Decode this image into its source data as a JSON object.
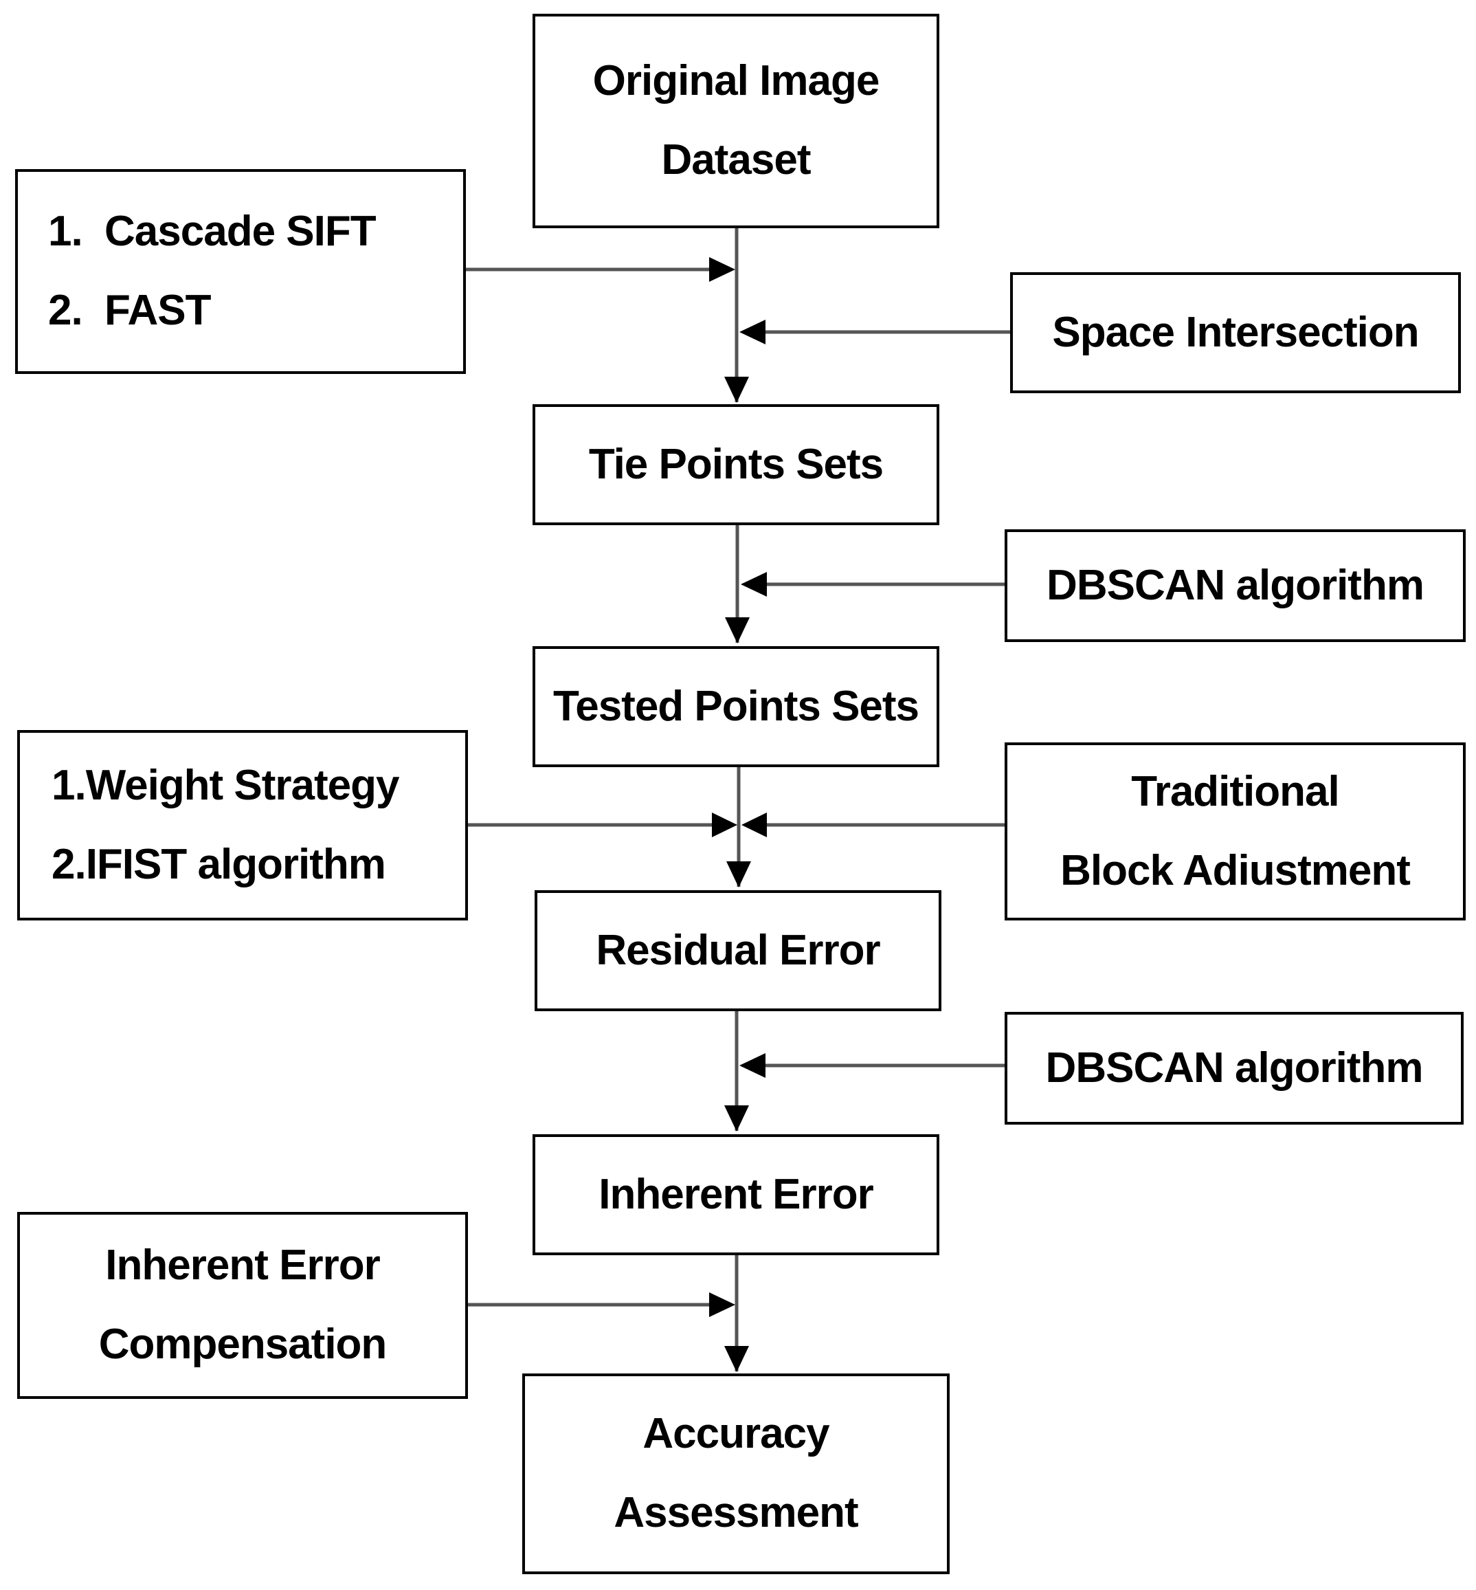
{
  "diagram": {
    "colors": {
      "stroke": "#000000",
      "arrow": "#000000",
      "side_line": "#555555",
      "background": "#ffffff"
    },
    "main_flow": {
      "original_image_dataset": [
        "Original Image",
        "Dataset"
      ],
      "tie_points_sets": "Tie Points Sets",
      "tested_points_sets": "Tested Points Sets",
      "residual_error": "Residual Error",
      "inherent_error": "Inherent Error",
      "accuracy_assessment": [
        "Accuracy",
        "Assessment"
      ]
    },
    "side_inputs": {
      "detectors": [
        {
          "num": "1.",
          "text": "Cascade SIFT"
        },
        {
          "num": "2.",
          "text": "FAST"
        }
      ],
      "space_intersection": "Space Intersection",
      "dbscan_first": "DBSCAN algorithm",
      "weight_strategy": [
        "1.Weight Strategy",
        "2.IFIST algorithm"
      ],
      "traditional_block_adjustment": [
        "Traditional",
        "Block Adiustment"
      ],
      "dbscan_second": "DBSCAN algorithm",
      "inherent_error_compensation": [
        "Inherent Error",
        "Compensation"
      ]
    }
  }
}
